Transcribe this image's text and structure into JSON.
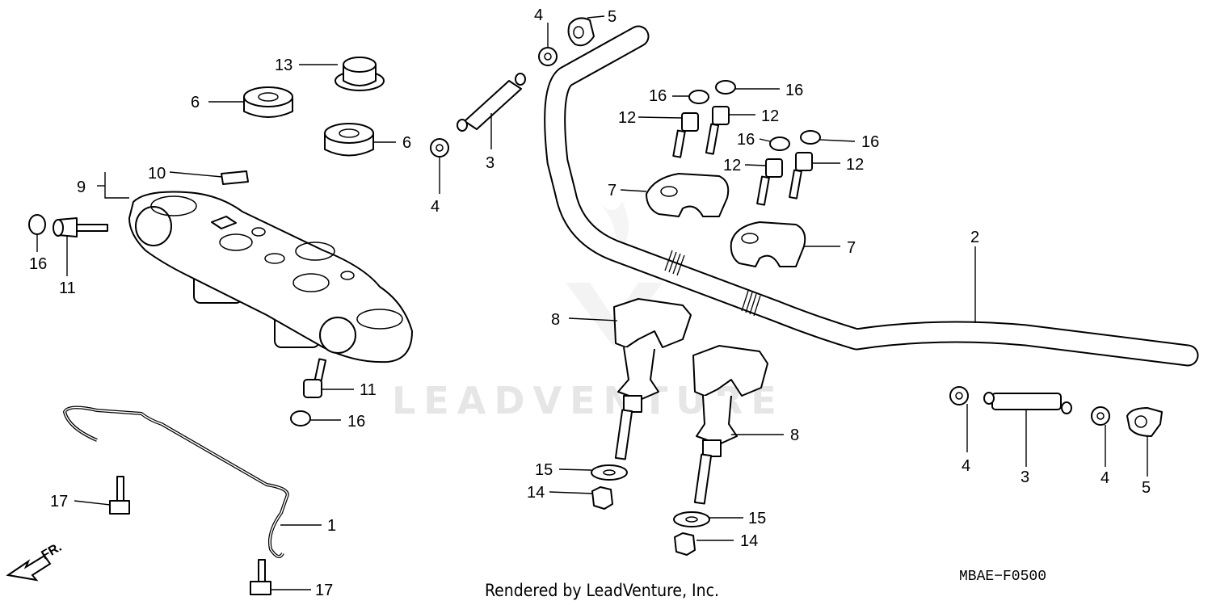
{
  "watermark": "LEADVENTURE",
  "credit": "Rendered by LeadVenture, Inc.",
  "diagram_code": "MBAE−F0500",
  "direction_label": "FR.",
  "callouts": {
    "c1": "1",
    "c2": "2",
    "c3a": "3",
    "c3b": "3",
    "c4a": "4",
    "c4b": "4",
    "c4c": "4",
    "c4d": "4",
    "c5a": "5",
    "c5b": "5",
    "c6a": "6",
    "c6b": "6",
    "c7a": "7",
    "c7b": "7",
    "c8a": "8",
    "c8b": "8",
    "c9": "9",
    "c10": "10",
    "c11a": "11",
    "c11b": "11",
    "c12a": "12",
    "c12b": "12",
    "c12c": "12",
    "c12d": "12",
    "c13": "13",
    "c14a": "14",
    "c14b": "14",
    "c15a": "15",
    "c15b": "15",
    "c16a": "16",
    "c16b": "16",
    "c16c": "16",
    "c16d": "16",
    "c16e": "16",
    "c16f": "16",
    "c17a": "17",
    "c17b": "17"
  }
}
